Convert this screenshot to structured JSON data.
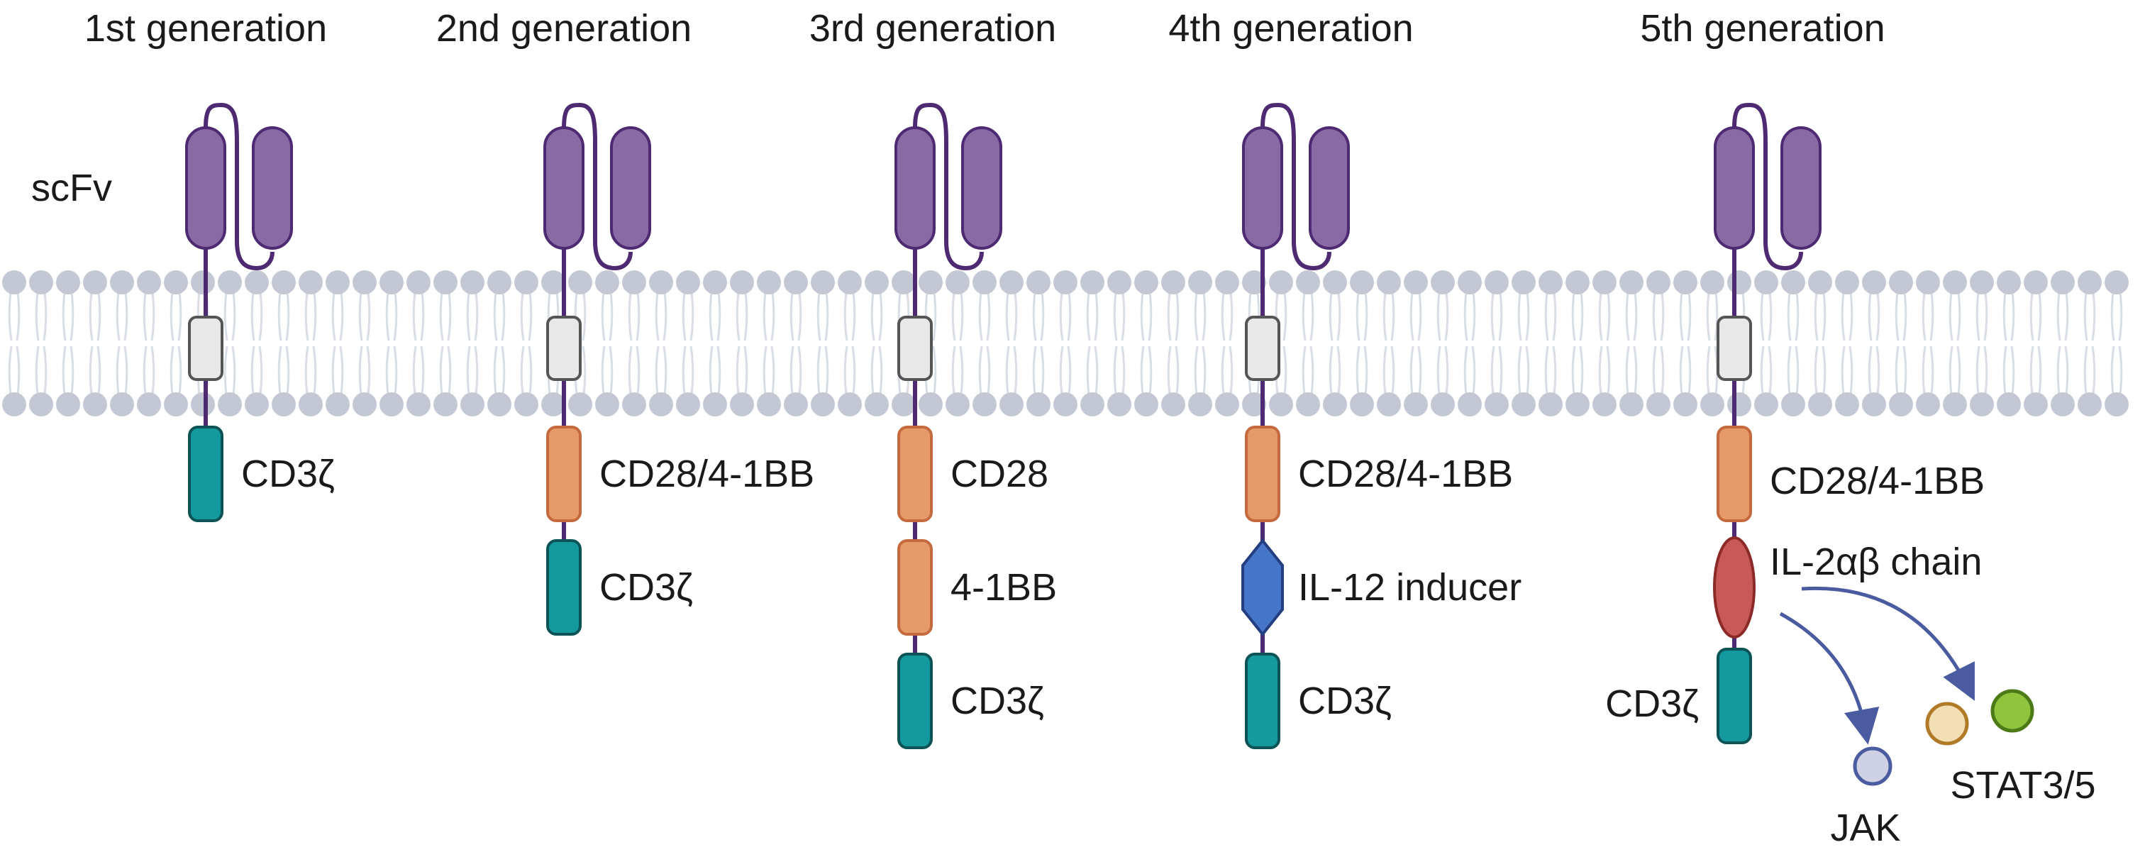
{
  "scfv_label": "scFv",
  "colors": {
    "scfv": "#8a6aa5",
    "scfv_stroke": "#4e2a72",
    "stalk": "#4e2a72",
    "hinge": "#e8e8e8",
    "hinge_stroke": "#555555",
    "cd3z": "#14999f",
    "cd3z_stroke": "#0b5356",
    "costim": "#e69a68",
    "costim_stroke": "#c56a3e",
    "il12": "#4676c7",
    "il12_stroke": "#233f82",
    "il2": "#c95858",
    "il2_stroke": "#8c2a2a",
    "membrane_head": "#c4c8d4",
    "membrane_tail": "#d9dde6",
    "arrow": "#4a5ba0",
    "jak": "#cdd2e6",
    "jak_stroke": "#4a5ba0",
    "stat_a": "#f3dfb4",
    "stat_a_stroke": "#b07a28",
    "stat_b": "#8fc43c",
    "stat_b_stroke": "#4c7a17"
  },
  "generations": [
    {
      "title": "1st generation",
      "components": [
        {
          "kind": "cd3z",
          "label": "CD3ζ"
        }
      ]
    },
    {
      "title": "2nd generation",
      "components": [
        {
          "kind": "costim",
          "label": "CD28/4-1BB"
        },
        {
          "kind": "cd3z",
          "label": "CD3ζ"
        }
      ]
    },
    {
      "title": "3rd generation",
      "components": [
        {
          "kind": "costim",
          "label": "CD28"
        },
        {
          "kind": "costim",
          "label": "4-1BB"
        },
        {
          "kind": "cd3z",
          "label": "CD3ζ"
        }
      ]
    },
    {
      "title": "4th generation",
      "components": [
        {
          "kind": "costim",
          "label": "CD28/4-1BB"
        },
        {
          "kind": "il12",
          "label": "IL-12 inducer"
        },
        {
          "kind": "cd3z",
          "label": "CD3ζ"
        }
      ]
    },
    {
      "title": "5th generation",
      "components": [
        {
          "kind": "costim",
          "label": "CD28/4-1BB"
        },
        {
          "kind": "il2",
          "label": "IL-2αβ chain"
        },
        {
          "kind": "cd3z",
          "label": "CD3ζ"
        }
      ]
    }
  ],
  "signaling": {
    "jak_label": "JAK",
    "stat_label": "STAT3/5"
  }
}
